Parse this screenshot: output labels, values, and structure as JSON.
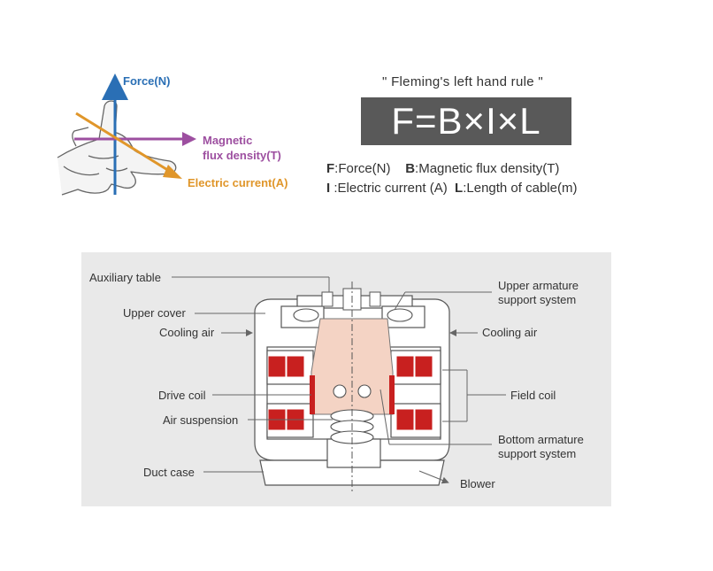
{
  "fleming": {
    "force_label": "Force(N)",
    "magnetic_label_line1": "Magnetic",
    "magnetic_label_line2": "flux density(T)",
    "current_label": "Electric current(A)",
    "colors": {
      "force": "#2a6fb5",
      "magnetic": "#9d4fa0",
      "current": "#e0962a"
    }
  },
  "rule": {
    "title": "\" Fleming's left hand rule \"",
    "formula": "F=B×I×L",
    "legend": [
      {
        "sym1": "F",
        "desc1": ":Force(N)",
        "sym2": "B",
        "desc2": ":Magnetic flux density(T)"
      },
      {
        "sym1": "I",
        "desc1": ":Electric current (A)",
        "sym2": "L",
        "desc2": ":Length of cable(m)"
      }
    ]
  },
  "diagram": {
    "callouts": {
      "auxiliary_table": "Auxiliary table",
      "upper_cover": "Upper cover",
      "cooling_air_left": "Cooling air",
      "drive_coil": "Drive coil",
      "air_suspension": "Air suspension",
      "duct_case": "Duct case",
      "upper_armature_line1": "Upper armature",
      "upper_armature_line2": "support system",
      "cooling_air_right": "Cooling air",
      "field_coil": "Field coil",
      "bottom_armature_line1": "Bottom armature",
      "bottom_armature_line2": "support system",
      "blower": "Blower"
    },
    "colors": {
      "coil": "#c8201f",
      "armature": "#f4d3c4",
      "panel": "#e9e9e9"
    }
  }
}
